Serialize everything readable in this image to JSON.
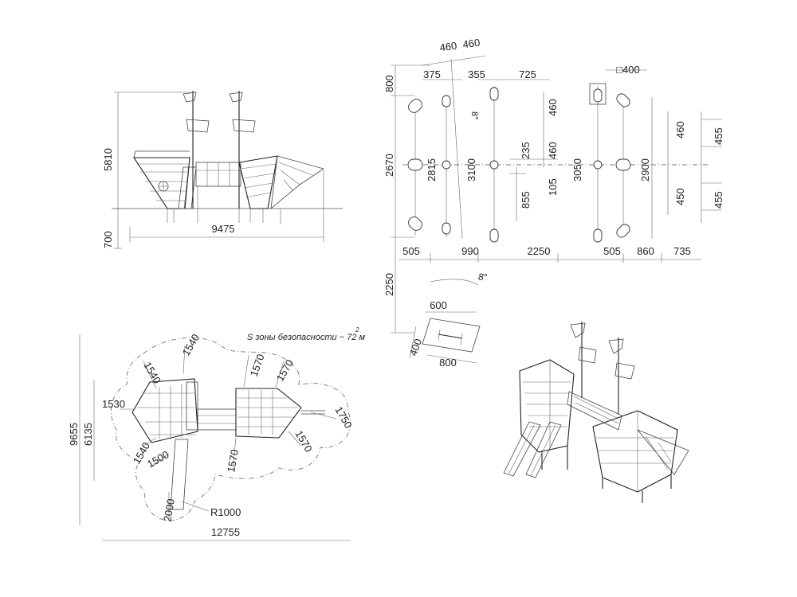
{
  "side_view": {
    "height": "5810",
    "depth": "700",
    "length": "9475"
  },
  "foundation_plan": {
    "top_dims": [
      "460",
      "460",
      "375",
      "355",
      "725"
    ],
    "post_size": "□400",
    "vertical_left": [
      "800",
      "2670",
      "2250"
    ],
    "row_heights": [
      "2815",
      "3100",
      "3050",
      "2900"
    ],
    "inner_dims": [
      "460",
      "235",
      "460",
      "105",
      "855"
    ],
    "right_dims": [
      "460",
      "455",
      "450",
      "455"
    ],
    "bottom_dims": [
      "505",
      "990",
      "2250",
      "505",
      "860",
      "735"
    ],
    "angle_8": "8°",
    "angle_8_vertical": "8°",
    "footing_width": "600",
    "footing_depth": "400",
    "footing_length": "800"
  },
  "top_view": {
    "safety_zone_label": "S зоны безопасности ~ 72 м",
    "safety_zone_sup": "2",
    "overall_height": "9655",
    "ship_width": "6135",
    "overall_length": "12755",
    "dims": [
      "1540",
      "1540",
      "1570",
      "1570",
      "1530",
      "1750",
      "1540",
      "1500",
      "1570",
      "1570",
      "2000"
    ],
    "radius": "R1000"
  }
}
